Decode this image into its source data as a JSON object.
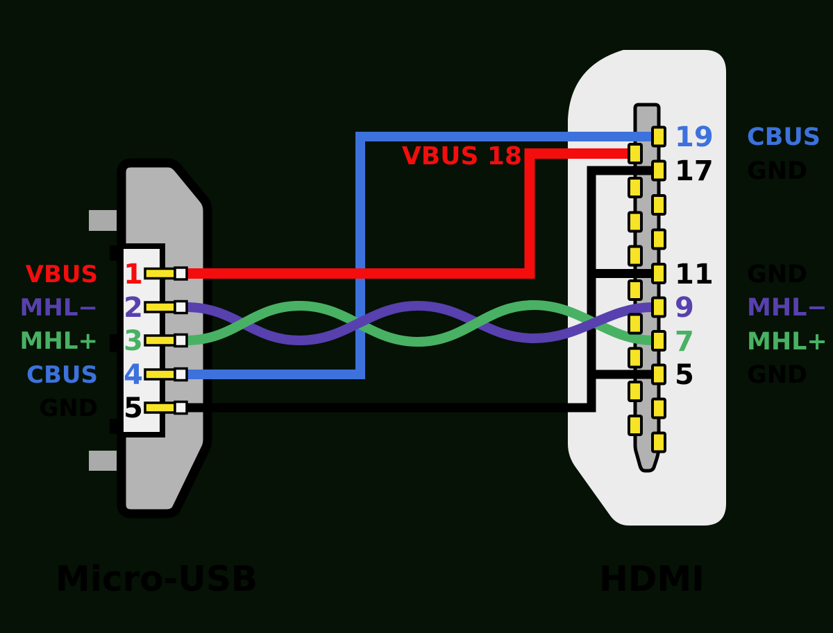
{
  "colors": {
    "background": "#051205",
    "red": "#f50d0d",
    "blue": "#3d72dd",
    "purple": "#5840ae",
    "green": "#49b163",
    "black": "#000000",
    "yellow": "#f7e426",
    "connector_gray": "#b4b4b4",
    "hdmi_body_gray": "#ececec"
  },
  "micro_usb": {
    "title": "Micro-USB",
    "pins": [
      {
        "number": "1",
        "signal": "VBUS",
        "color": "#f50d0d"
      },
      {
        "number": "2",
        "signal": "MHL−",
        "color": "#5840ae"
      },
      {
        "number": "3",
        "signal": "MHL+",
        "color": "#49b163"
      },
      {
        "number": "4",
        "signal": "CBUS",
        "color": "#3d72dd"
      },
      {
        "number": "5",
        "signal": "GND",
        "color": "#000000"
      }
    ]
  },
  "hdmi": {
    "title": "HDMI",
    "labeled_pins": [
      {
        "number": "19",
        "signal": "CBUS",
        "color": "#3d72dd"
      },
      {
        "number": "17",
        "signal": "GND",
        "color": "#000000"
      },
      {
        "number": "11",
        "signal": "GND",
        "color": "#000000"
      },
      {
        "number": "9",
        "signal": "MHL−",
        "color": "#5840ae"
      },
      {
        "number": "7",
        "signal": "MHL+",
        "color": "#49b163"
      },
      {
        "number": "5",
        "signal": "GND",
        "color": "#000000"
      }
    ]
  },
  "annotations": {
    "vbus18_label": "VBUS 18",
    "vbus18_color": "#f50d0d"
  },
  "connections": [
    {
      "from": "Micro-USB pin 1 (VBUS)",
      "to": "HDMI pin 18",
      "color": "#f50d0d"
    },
    {
      "from": "Micro-USB pin 2 (MHL−)",
      "to": "HDMI pin 9",
      "color": "#5840ae"
    },
    {
      "from": "Micro-USB pin 3 (MHL+)",
      "to": "HDMI pin 7",
      "color": "#49b163"
    },
    {
      "from": "Micro-USB pin 4 (CBUS)",
      "to": "HDMI pin 19",
      "color": "#3d72dd"
    },
    {
      "from": "Micro-USB pin 5 (GND)",
      "to": "HDMI pins 5, 11, 17",
      "color": "#000000"
    }
  ]
}
